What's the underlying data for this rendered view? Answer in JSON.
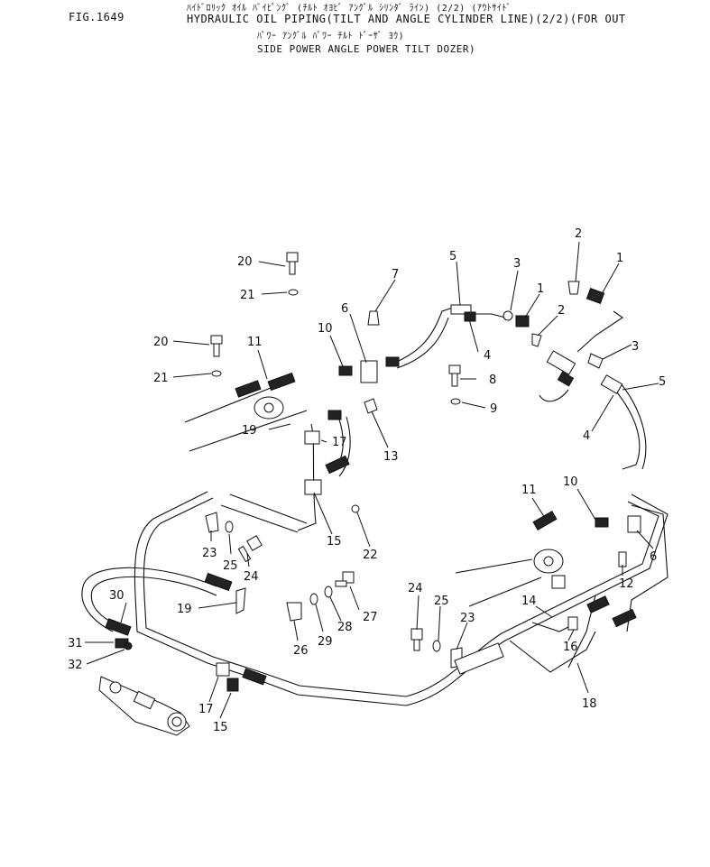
{
  "header": {
    "figure": "FIG.1649",
    "kana_line1": "ﾊｲﾄﾞﾛﾘｯｸ ｵｲﾙ ﾊﾞｲﾋﾟﾝｸﾞ (ﾁﾙﾄ ｵﾖﾋﾞ ｱﾝｸﾞﾙ ｼﾘﾝﾀﾞ ﾗｲﾝ) (2/2) (ｱｳﾄｻｲﾄﾞ",
    "title_line1": "HYDRAULIC OIL PIPING(TILT AND ANGLE CYLINDER LINE)(2/2)(FOR OUT",
    "kana_line2": "ﾊﾟﾜｰ ｱﾝｸﾞﾙ ﾊﾟﾜｰ ﾁﾙﾄ ﾄﾞｰｻﾞ ﾖｳ)",
    "title_line2": "SIDE POWER ANGLE POWER TILT DOZER)"
  },
  "callouts": {
    "c20a": "20",
    "c21a": "21",
    "c7": "7",
    "c5a": "5",
    "c3a": "3",
    "c2": "2",
    "c1a": "1",
    "c1b": "1",
    "c2b": "2",
    "c6a": "6",
    "c10a": "10",
    "c11a": "11",
    "c20b": "20",
    "c21b": "21",
    "c8": "8",
    "c3b": "3",
    "c5b": "5",
    "c4a": "4",
    "c9": "9",
    "c4b": "4",
    "c19a": "19",
    "c17a": "17",
    "c13": "13",
    "c11b": "11",
    "c10b": "10",
    "c6b": "6",
    "c23a": "23",
    "c25a": "25",
    "c24a": "24",
    "c15a": "15",
    "c22": "22",
    "c12": "12",
    "c30": "30",
    "c19b": "19",
    "c24b": "24",
    "c25b": "25",
    "c14": "14",
    "c31": "31",
    "c32": "32",
    "c26": "26",
    "c29": "29",
    "c28": "28",
    "c27": "27",
    "c23b": "23",
    "c16": "16",
    "c17b": "17",
    "c15b": "15",
    "c18": "18"
  }
}
